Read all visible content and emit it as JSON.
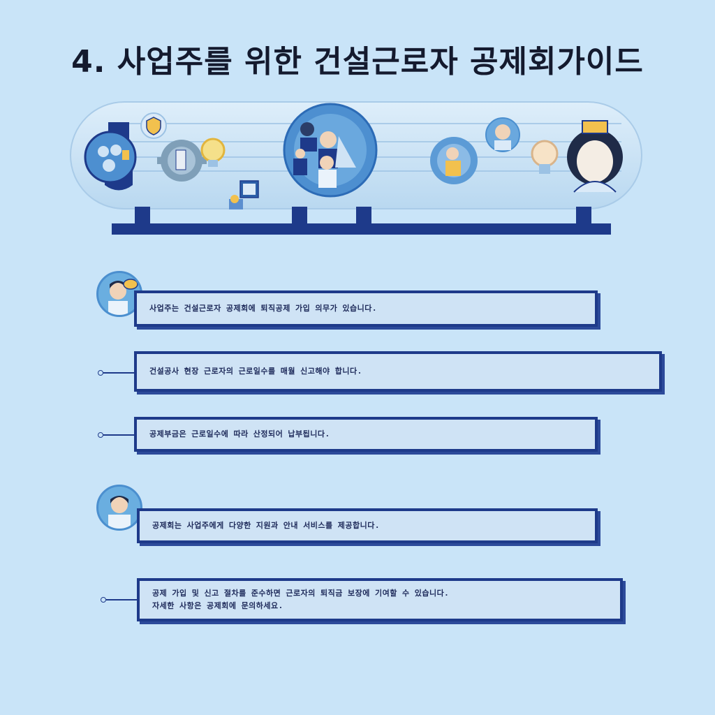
{
  "header": {
    "title": "4. 사업주를 위한 건설근로자 공제회가이드"
  },
  "banner": {
    "icons": [
      "people-group-icon",
      "shield-icon",
      "gear-icon",
      "lightbulb-icon",
      "document-icon",
      "workers-circle-icon",
      "gear-worker-icon",
      "headset-user-icon",
      "lightbulb-icon",
      "manager-portrait-icon"
    ]
  },
  "cards": [
    {
      "text": "사업주는 건설근로자 공제회에 퇴직공제 가입 의무가 있습니다."
    },
    {
      "text": "건설공사 현장 근로자의 근로일수를 매월 신고해야 합니다."
    },
    {
      "text": "공제부금은 근로일수에 따라 산정되어 납부됩니다."
    },
    {
      "text": "공제회는 사업주에게 다양한 지원과 안내 서비스를 제공합니다."
    },
    {
      "text": "공제 가입 및 신고 절차를 준수하면 근로자의 퇴직금 보장에 기여할 수 있습니다.",
      "text2": "자세한 사항은 공제회에 문의하세요."
    }
  ],
  "colors": {
    "background": "#c9e4f8",
    "accent": "#1e3a8a",
    "card": "#cfe3f5"
  }
}
